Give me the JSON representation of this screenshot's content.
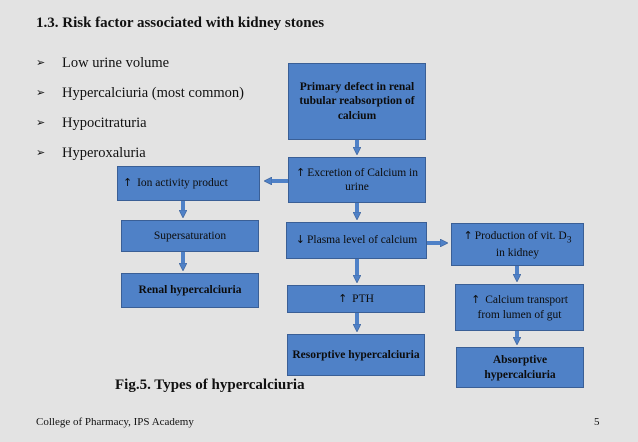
{
  "title": "1.3. Risk factor associated with kidney stones",
  "bullet_marker": "➢",
  "bullets": [
    "Low urine volume",
    "Hypercalciuria (most common)",
    "Hypocitraturia",
    "Hyperoxaluria"
  ],
  "diagram": {
    "primary_defect": "Primary defect in renal tubular reabsorption of calcium",
    "excretion": "Excretion of Calcium in urine",
    "ion_activity": "Ion activity product",
    "supersaturation": "Supersaturation",
    "renal": "Renal hypercalciuria",
    "plasma": "Plasma level of calcium",
    "pth": "PTH",
    "resorptive": "Resorptive hypercalciuria",
    "vitd_prefix": "Production of vit. D",
    "vitd_sub": "3",
    "vitd_suffix": "in kidney",
    "calcium_transport": "Calcium transport from lumen of gut",
    "absorptive": "Absorptive hypercalciuria",
    "up_arrow": "↑",
    "down_arrow": "↓",
    "box_color": "#4f81c7"
  },
  "caption": "Fig.5. Types of hypercalciuria",
  "footer": "College of Pharmacy, IPS Academy",
  "page_number": "5"
}
